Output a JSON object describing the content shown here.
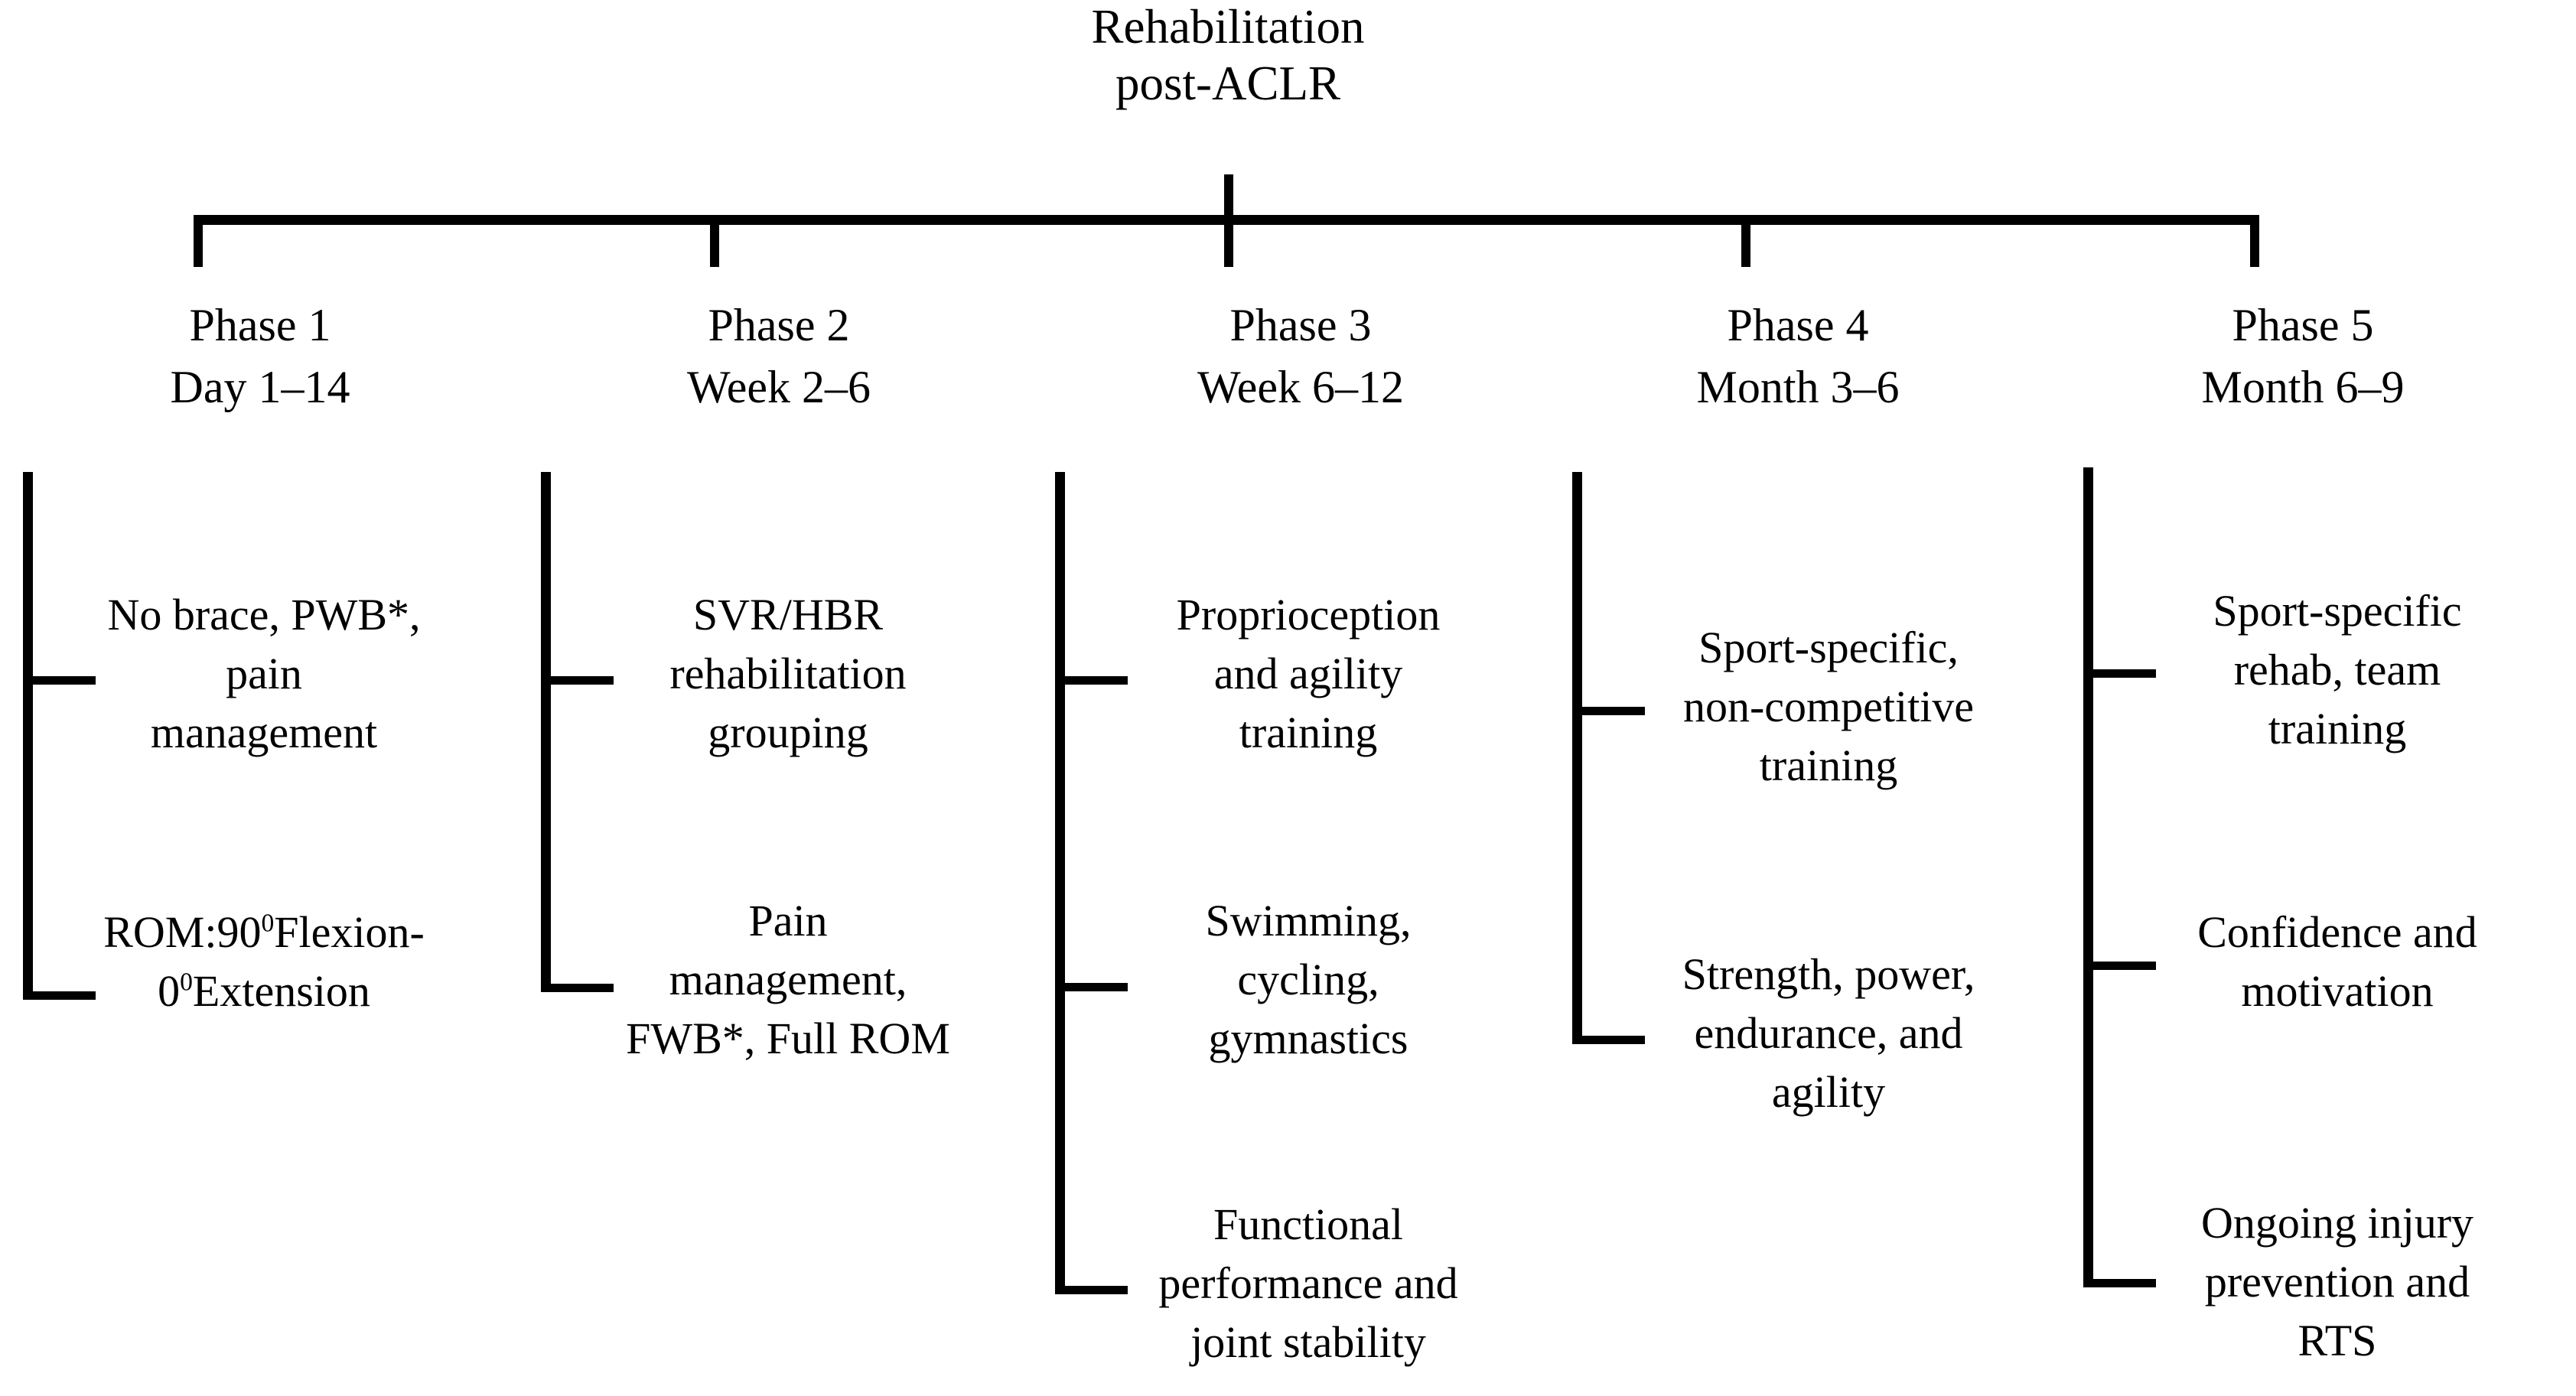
{
  "title": {
    "line1": "Rehabilitation",
    "line2": "post-ACLR"
  },
  "phases": [
    {
      "name": "Phase 1",
      "range": "Day 1–14",
      "items": [
        {
          "lines": [
            "No brace, PWB*,",
            "pain",
            "management"
          ]
        },
        {
          "lines": [
            "ROM:90",
            "Flexion-",
            "0",
            "Extension"
          ],
          "display": "ROM:90⁰Flexion-0⁰Extension"
        }
      ]
    },
    {
      "name": "Phase 2",
      "range": "Week 2–6",
      "items": [
        {
          "lines": [
            "SVR/HBR",
            "rehabilitation",
            "grouping"
          ]
        },
        {
          "lines": [
            "Pain",
            "management,",
            "FWB*, Full ROM"
          ]
        }
      ]
    },
    {
      "name": "Phase 3",
      "range": "Week 6–12",
      "items": [
        {
          "lines": [
            "Proprioception",
            "and agility",
            "training"
          ]
        },
        {
          "lines": [
            "Swimming,",
            "cycling,",
            "gymnastics"
          ]
        },
        {
          "lines": [
            "Functional",
            "performance and",
            "joint stability"
          ]
        }
      ]
    },
    {
      "name": "Phase 4",
      "range": "Month 3–6",
      "items": [
        {
          "lines": [
            "Sport-specific,",
            "non-competitive",
            "training"
          ]
        },
        {
          "lines": [
            "Strength, power,",
            "endurance, and",
            "agility"
          ]
        }
      ]
    },
    {
      "name": "Phase 5",
      "range": "Month 6–9",
      "items": [
        {
          "lines": [
            "Sport-specific",
            "rehab, team",
            "training"
          ]
        },
        {
          "lines": [
            "Confidence and",
            "motivation"
          ]
        },
        {
          "lines": [
            "Ongoing injury",
            "prevention and",
            "RTS"
          ]
        }
      ]
    }
  ],
  "p1": {
    "head": "Phase 1",
    "range": "Day 1–14",
    "i1l1": "No brace, PWB*,",
    "i1l2": "pain",
    "i1l3": "management",
    "i2a": "ROM:90",
    "i2sup1": "0",
    "i2b": "Flexion-",
    "i2c": "0",
    "i2sup2": "0",
    "i2d": "Extension"
  },
  "p2": {
    "head": "Phase 2",
    "range": "Week 2–6",
    "i1l1": "SVR/HBR",
    "i1l2": "rehabilitation",
    "i1l3": "grouping",
    "i2l1": "Pain",
    "i2l2": "management,",
    "i2l3": "FWB*, Full ROM"
  },
  "p3": {
    "head": "Phase 3",
    "range": "Week 6–12",
    "i1l1": "Proprioception",
    "i1l2": "and agility",
    "i1l3": "training",
    "i2l1": "Swimming,",
    "i2l2": "cycling,",
    "i2l3": "gymnastics",
    "i3l1": "Functional",
    "i3l2": "performance and",
    "i3l3": "joint stability"
  },
  "p4": {
    "head": "Phase 4",
    "range": "Month 3–6",
    "i1l1": "Sport-specific,",
    "i1l2": "non-competitive",
    "i1l3": "training",
    "i2l1": "Strength, power,",
    "i2l2": "endurance, and",
    "i2l3": "agility"
  },
  "p5": {
    "head": "Phase 5",
    "range": "Month 6–9",
    "i1l1": "Sport-specific",
    "i1l2": "rehab, team",
    "i1l3": "training",
    "i2l1": "Confidence and",
    "i2l2": "motivation",
    "i3l1": "Ongoing injury",
    "i3l2": "prevention and",
    "i3l3": "RTS"
  },
  "colors": {
    "background": "#ffffff",
    "ink": "#000000"
  },
  "footnote_marker": "*"
}
